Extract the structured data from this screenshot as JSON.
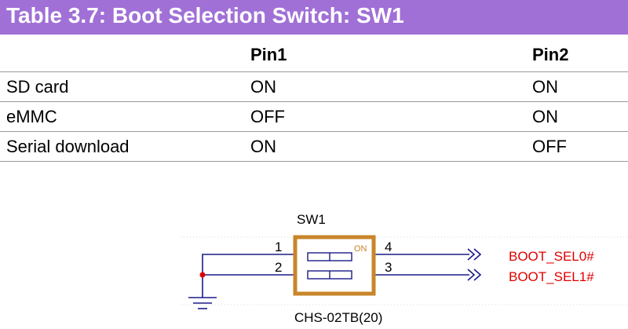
{
  "title": "Table 3.7: Boot Selection Switch: SW1",
  "table": {
    "headers": [
      "",
      "Pin1",
      "Pin2"
    ],
    "rows": [
      [
        "SD card",
        "ON",
        "ON"
      ],
      [
        "eMMC",
        "OFF",
        "ON"
      ],
      [
        "Serial download",
        "ON",
        "OFF"
      ]
    ]
  },
  "schematic": {
    "ref": "SW1",
    "part": "CHS-02TB(20)",
    "switch_text": "ON",
    "pins": [
      "1",
      "2",
      "4",
      "3"
    ],
    "nets": [
      "BOOT_SEL0#",
      "BOOT_SEL1#"
    ],
    "colors": {
      "title_bar": "#a070d6",
      "switch_body": "#c8862a",
      "net_label": "#e00000",
      "wire": "#1b1b8a",
      "junction": "#e00000"
    }
  }
}
